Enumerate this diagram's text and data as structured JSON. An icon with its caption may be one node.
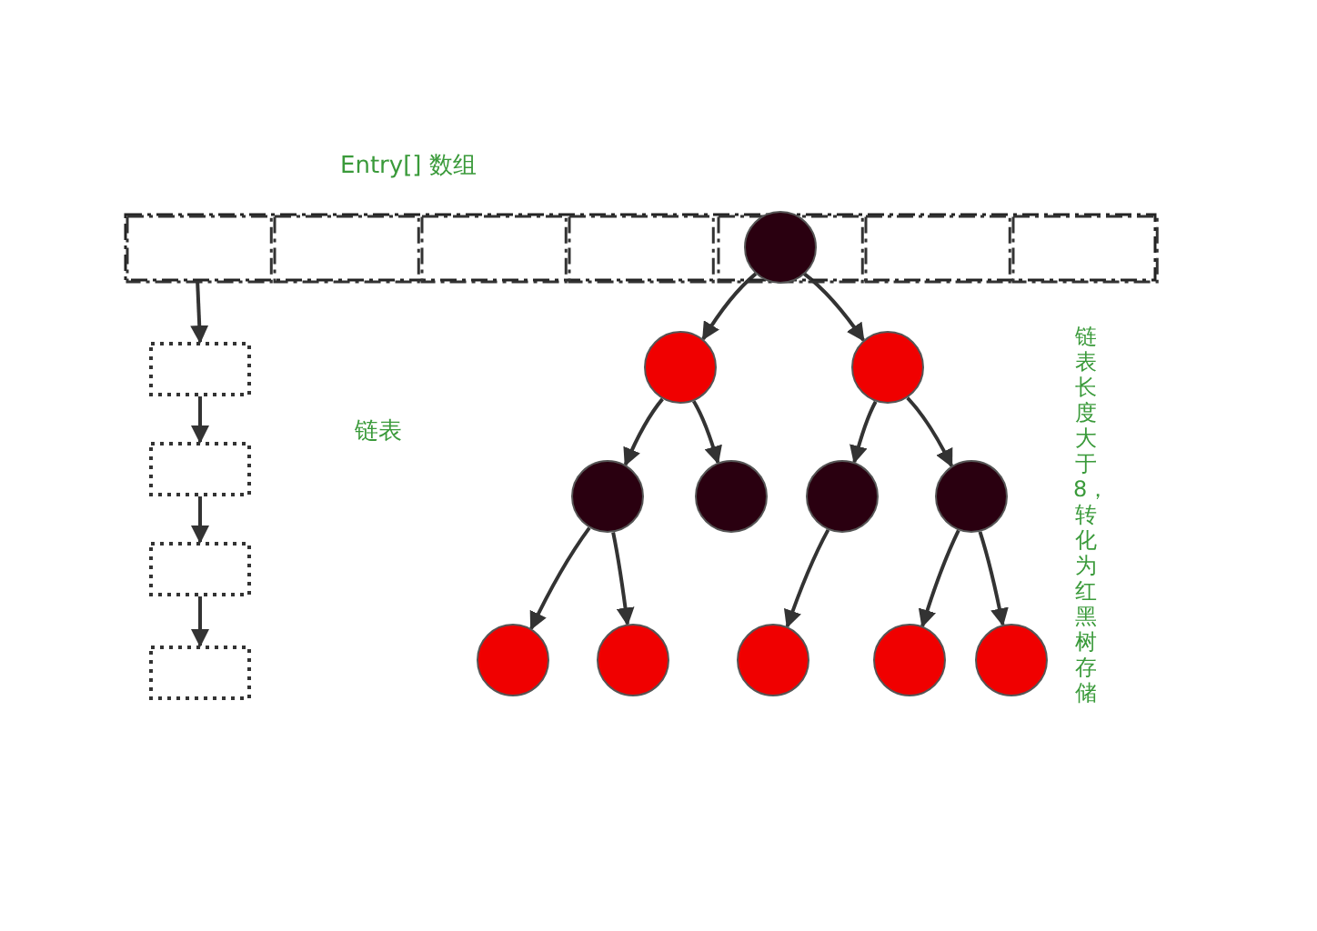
{
  "diagram": {
    "nodes": [
      {
        "text": [
          "Entry[] 数组"
        ]
      },
      {
        "text": [],
        "shape": "box",
        "in": 0
      },
      {
        "text": [],
        "shape": "box",
        "in": 0
      },
      {
        "text": [],
        "shape": "box",
        "in": 0
      },
      {
        "text": [],
        "shape": "box",
        "in": 0
      },
      {
        "text": [],
        "shape": "box",
        "in": 0
      },
      {
        "text": [],
        "shape": "box",
        "in": 0
      },
      {
        "text": [],
        "shape": "box",
        "in": 0
      },
      {
        "text": [],
        "shape": "box"
      },
      {
        "text": [],
        "shape": "box"
      },
      {
        "text": [],
        "shape": "box"
      },
      {
        "text": [],
        "shape": "box"
      },
      {
        "text": [],
        "shape": "circle",
        "in": 5
      },
      {
        "text": [],
        "shape": "circle"
      },
      {
        "text": [],
        "shape": "circle"
      },
      {
        "text": [],
        "shape": "circle"
      },
      {
        "text": [],
        "shape": "circle"
      },
      {
        "text": [],
        "shape": "circle"
      },
      {
        "text": [],
        "shape": "circle"
      },
      {
        "text": [],
        "shape": "circle"
      },
      {
        "text": [],
        "shape": "circle"
      },
      {
        "text": [],
        "shape": "circle"
      },
      {
        "text": [],
        "shape": "circle"
      },
      {
        "text": [],
        "shape": "circle"
      }
    ],
    "edges": [
      {
        "from": 1,
        "to": 8,
        "arrow": "to"
      },
      {
        "from": 8,
        "to": 9,
        "arrow": "to"
      },
      {
        "from": 9,
        "to": 10,
        "arrow": "to"
      },
      {
        "from": 10,
        "to": 11,
        "arrow": "to"
      },
      {
        "from": 12,
        "to": 13,
        "arrow": "to"
      },
      {
        "from": 12,
        "to": 14,
        "arrow": "to"
      },
      {
        "from": 13,
        "to": 15,
        "arrow": "to"
      },
      {
        "from": 13,
        "to": 16,
        "arrow": "to"
      },
      {
        "from": 14,
        "to": 17,
        "arrow": "to"
      },
      {
        "from": 14,
        "to": 18,
        "arrow": "to"
      },
      {
        "from": 15,
        "to": 19,
        "arrow": "to"
      },
      {
        "from": 15,
        "to": 20,
        "arrow": "to"
      },
      {
        "from": 17,
        "to": 21,
        "arrow": "to"
      },
      {
        "from": 18,
        "to": 22,
        "arrow": "to"
      },
      {
        "from": 18,
        "to": 23,
        "arrow": "to"
      }
    ],
    "labels": [
      "链表",
      "链表长度大于8，转化为红黑树存储"
    ]
  }
}
